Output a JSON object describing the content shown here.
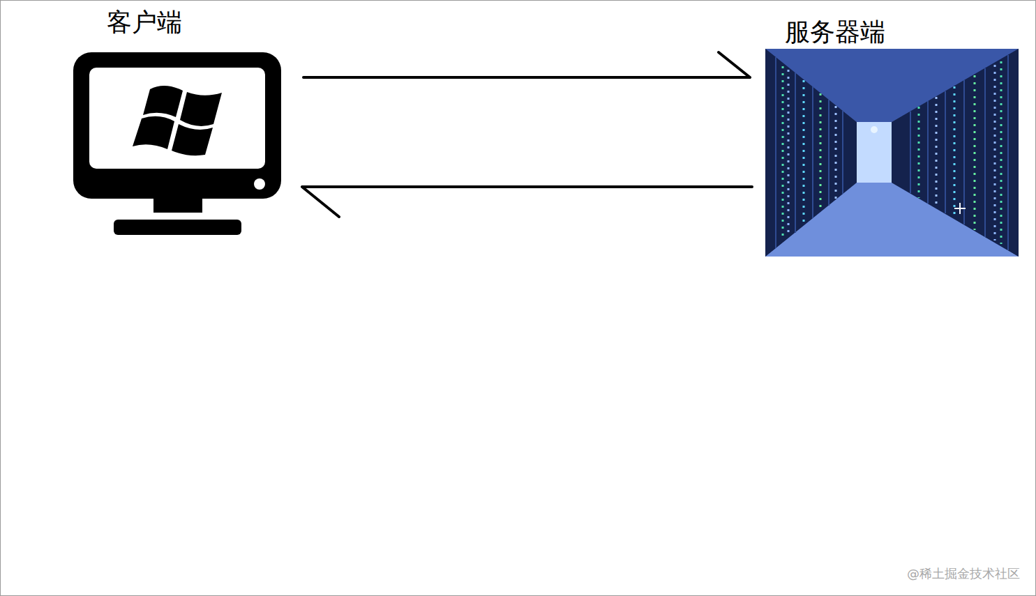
{
  "diagram": {
    "nodes": [
      {
        "text": [
          "客户端"
        ]
      },
      {
        "text": [
          "服务器端"
        ]
      }
    ],
    "edges": [
      {
        "from": 0,
        "to": 1,
        "arrow": "to"
      },
      {
        "from": 1,
        "to": 0,
        "arrow": "to"
      }
    ],
    "labels": [
      "@稀土掘金技术社区"
    ]
  }
}
